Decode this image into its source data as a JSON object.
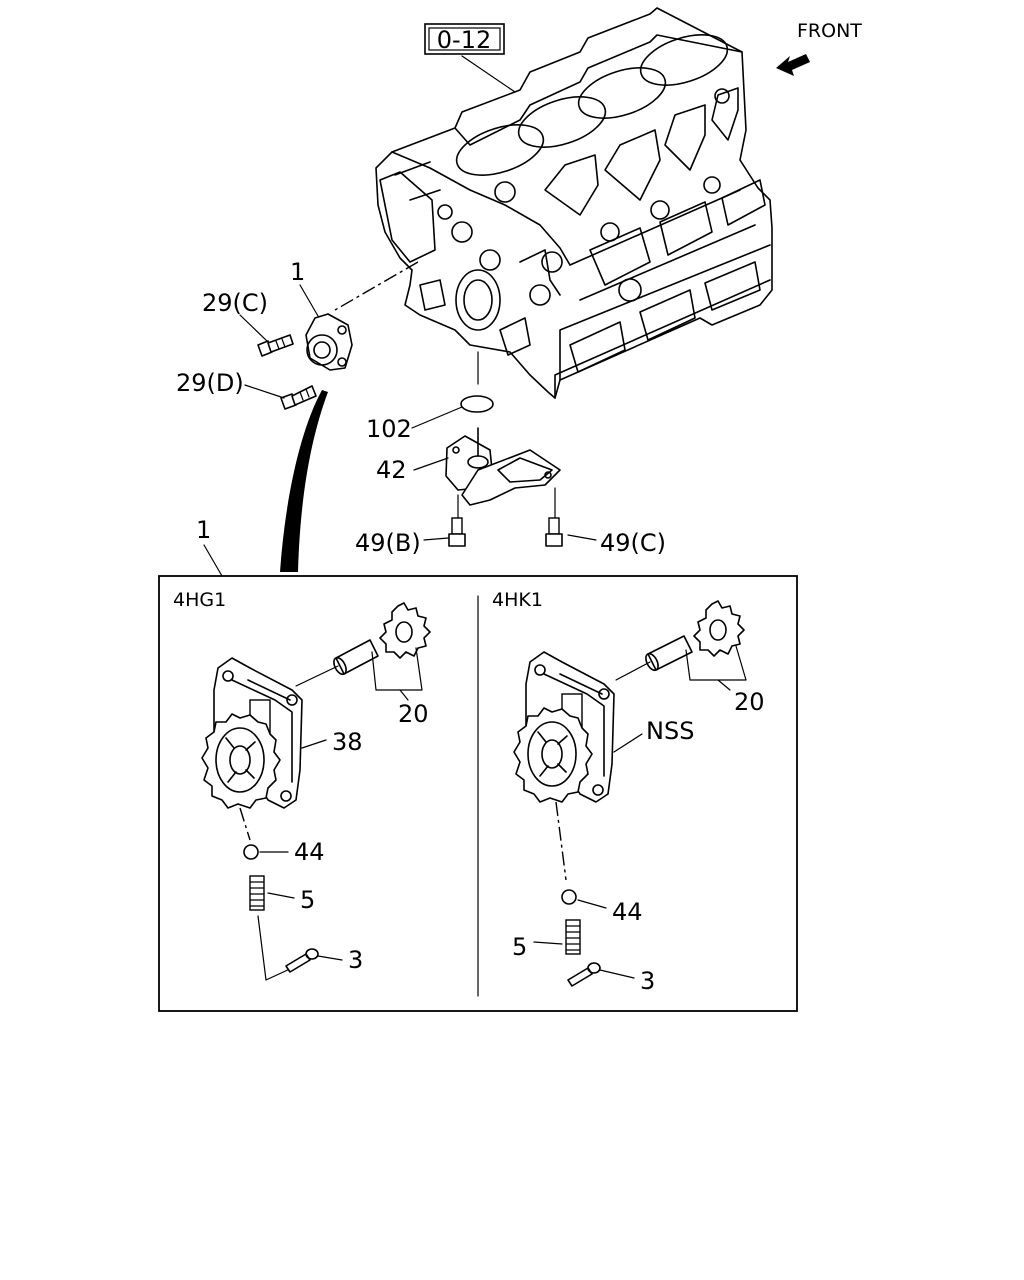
{
  "ref_box": "0-12",
  "front_label": "FRONT",
  "callouts": {
    "top_1": "1",
    "bolt_29c": "29(C)",
    "bolt_29d": "29(D)",
    "oring_102": "102",
    "pipe_42": "42",
    "bolt_49b": "49(B)",
    "bolt_49c": "49(C)",
    "detail_1": "1"
  },
  "panel_4hg1": {
    "title": "4HG1",
    "shaft_gear": "20",
    "body": "38",
    "ball": "44",
    "spring": "5",
    "pin": "3"
  },
  "panel_4hk1": {
    "title": "4HK1",
    "shaft_gear": "20",
    "body": "NSS",
    "ball": "44",
    "spring": "5",
    "pin": "3"
  }
}
